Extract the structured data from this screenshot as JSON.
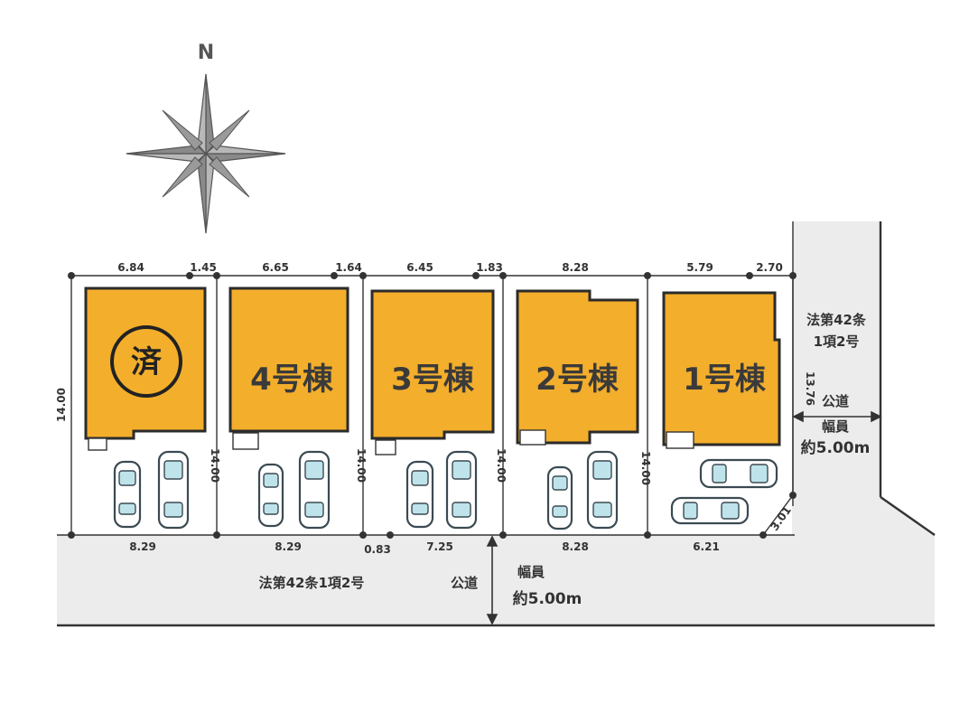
{
  "compass": {
    "label": "N",
    "icon": "compass-rose-icon"
  },
  "lots": [
    {
      "id": "sold",
      "label": "済",
      "depth": "14.00",
      "width_top": "6.84",
      "corner_top": "1.45",
      "width_bottom": "8.29",
      "status": "sold"
    },
    {
      "id": "lot4",
      "label": "4号棟",
      "depth": "14.00",
      "width_top": "6.65",
      "corner_top": "1.64",
      "width_bottom": "8.29"
    },
    {
      "id": "lot3",
      "label": "3号棟",
      "depth": "14.00",
      "width_top": "6.45",
      "corner_top": "1.83",
      "width_bottom": "7.25",
      "offset_bottom": "0.83"
    },
    {
      "id": "lot2",
      "label": "2号棟",
      "depth": "14.00",
      "width_top": "8.28",
      "width_bottom": "8.28"
    },
    {
      "id": "lot1",
      "label": "1号棟",
      "depth": "13.76",
      "width_top": "5.79",
      "corner_top": "2.70",
      "width_bottom": "6.21",
      "corner_cut": "3.01"
    }
  ],
  "roads": {
    "south": {
      "law": "法第42条1項2号",
      "type": "公道",
      "width_label": "幅員",
      "width_value": "約5.00m"
    },
    "east": {
      "law_line1": "法第42条",
      "law_line2": "1項2号",
      "type": "公道",
      "width_label": "幅員",
      "width_value": "約5.00m"
    }
  },
  "colors": {
    "house": "#f3ae2c",
    "road": "#ececec",
    "car_glass": "#bfe3ea"
  }
}
